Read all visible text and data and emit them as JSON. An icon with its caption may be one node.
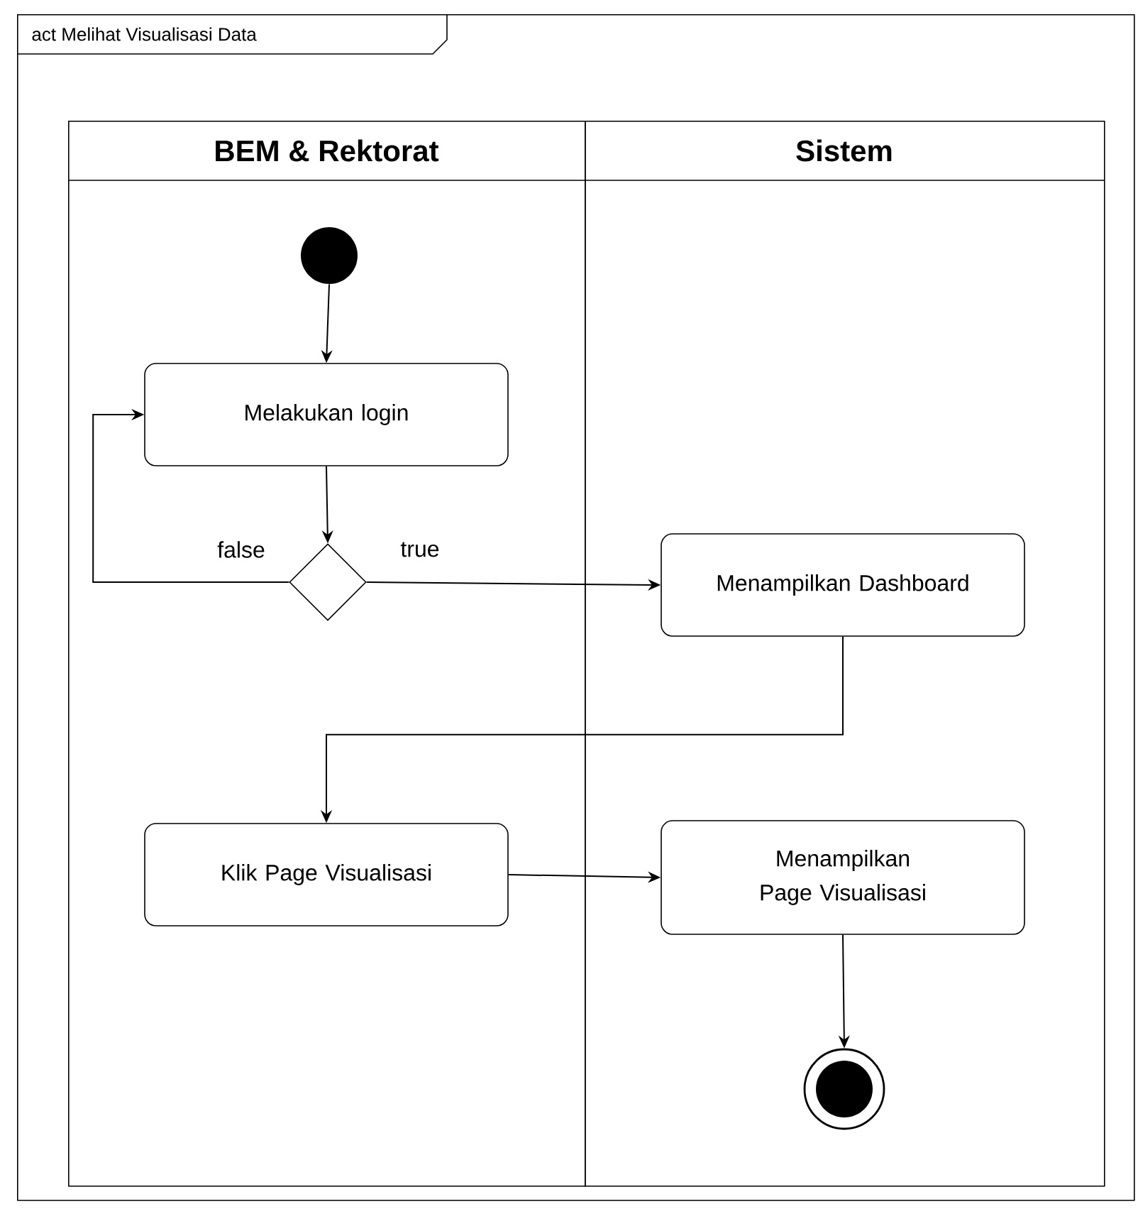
{
  "diagram": {
    "nodes": [
      {
        "text": [
          "act Melihat Visualisasi Data"
        ]
      },
      {
        "text": [
          "BEM & Rektorat"
        ],
        "in": 0
      },
      {
        "text": [
          "Sistem"
        ],
        "in": 0
      },
      {
        "text": [],
        "shape": "circle",
        "in": 1
      },
      {
        "text": [
          "Melakukan login"
        ],
        "in": 1
      },
      {
        "text": [],
        "shape": "diamond",
        "in": 1
      },
      {
        "text": [
          "Menampilkan Dashboard"
        ],
        "in": 2
      },
      {
        "text": [
          "Klik Page Visualisasi"
        ],
        "in": 1
      },
      {
        "text": [
          "Menampilkan Page Visualisasi"
        ],
        "in": 2
      },
      {
        "text": [],
        "shape": "circle",
        "in": 2
      }
    ],
    "edges": [
      {
        "from": 3,
        "to": 4,
        "arrow": "to"
      },
      {
        "from": 4,
        "to": 5,
        "arrow": "to"
      },
      {
        "from": 5,
        "to": 4,
        "arrow": "to",
        "label": "false"
      },
      {
        "from": 5,
        "to": 6,
        "arrow": "to",
        "label": "true"
      },
      {
        "from": 6,
        "to": 7,
        "arrow": "to"
      },
      {
        "from": 7,
        "to": 8,
        "arrow": "to"
      },
      {
        "from": 8,
        "to": 9,
        "arrow": "to"
      }
    ]
  }
}
